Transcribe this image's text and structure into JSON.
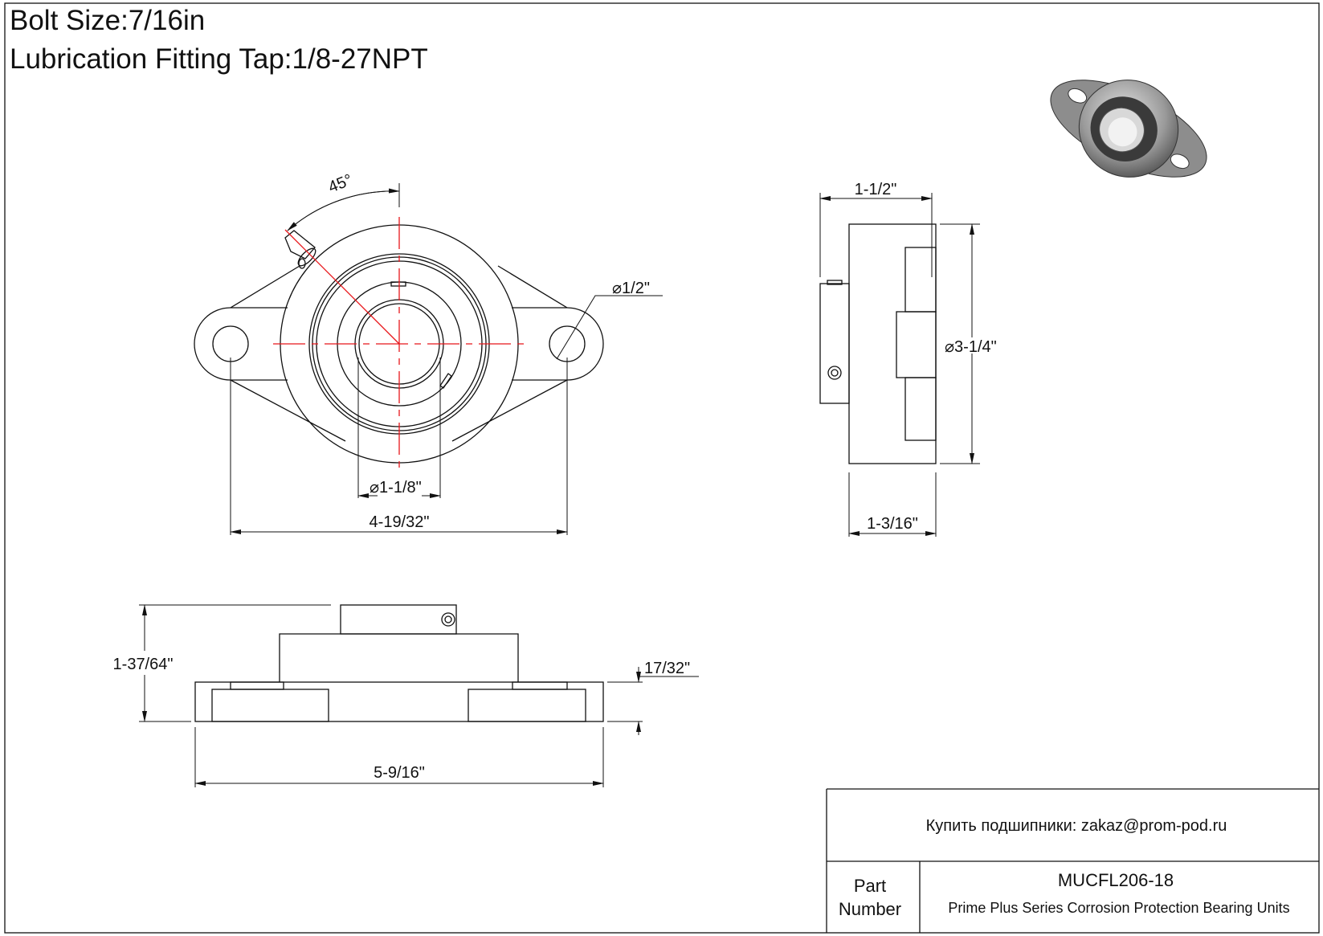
{
  "header": {
    "bolt_size": "Bolt Size:7/16in",
    "lubrication": "Lubrication Fitting Tap:1/8-27NPT"
  },
  "dimensions": {
    "angle": "45°",
    "bolt_hole": "1/2\"",
    "bore": "1-1/8\"",
    "bolt_spacing": "4-19/32\"",
    "width_top": "1-1/2\"",
    "housing_dia": "3-1/4\"",
    "housing_width": "1-3/16\"",
    "height": "1-37/64\"",
    "flange_thickness": "17/32\"",
    "overall_length": "5-9/16\""
  },
  "diameter_symbol": "⌀",
  "title_block": {
    "contact": "Купить подшипники: zakaz@prom-pod.ru",
    "part_label_1": "Part",
    "part_label_2": "Number",
    "part_number": "MUCFL206-18",
    "description": "Prime Plus Series Corrosion Protection Bearing Units"
  },
  "colors": {
    "centerline": "#e8161b",
    "line": "#111111"
  }
}
